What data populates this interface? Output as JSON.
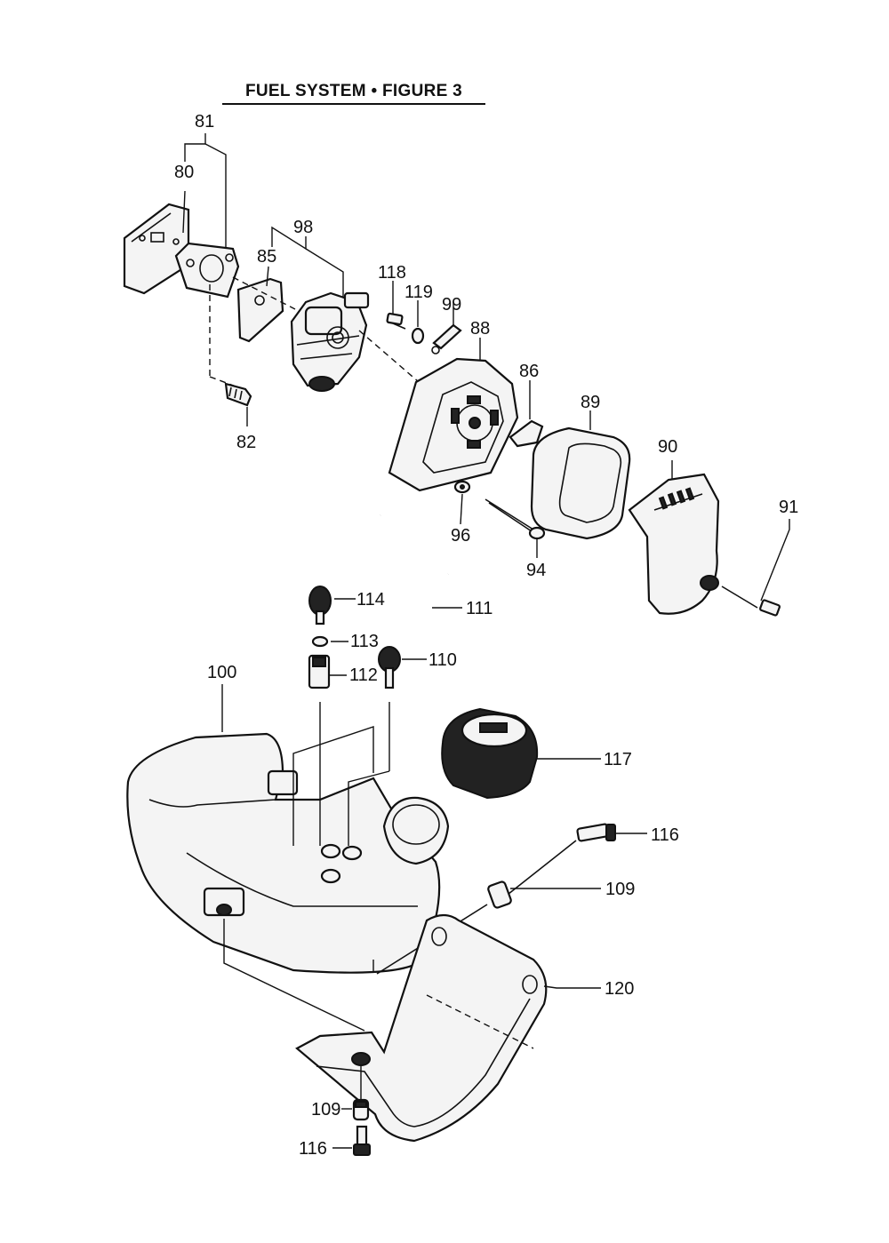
{
  "title": "FUEL SYSTEM  •  FIGURE 3",
  "callouts": {
    "p80": "80",
    "p81": "81",
    "p82": "82",
    "p85": "85",
    "p86": "86",
    "p88": "88",
    "p89": "89",
    "p90": "90",
    "p91": "91",
    "p94": "94",
    "p96": "96",
    "p98": "98",
    "p99": "99",
    "p100": "100",
    "p109a": "109",
    "p109b": "109",
    "p110": "110",
    "p111": "111",
    "p112": "112",
    "p113": "113",
    "p114": "114",
    "p116a": "116",
    "p116b": "116",
    "p117": "117",
    "p118": "118",
    "p119": "119",
    "p120": "120"
  }
}
